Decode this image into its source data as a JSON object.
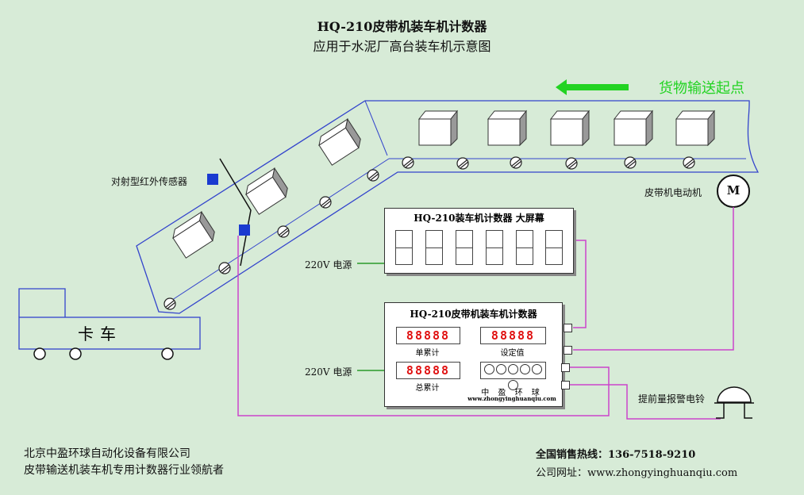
{
  "title": "HQ-210皮带机装车机计数器",
  "subtitle": "应用于水泥厂高台装车机示意图",
  "cargo_start": "货物输送起点",
  "sensor_label": "对射型红外传感器",
  "motor_label": "皮带机电动机",
  "motor_symbol": "M",
  "big_screen": {
    "title": "HQ-210装车机计数器 大屏幕",
    "power": "220V 电源",
    "digit_count": 6
  },
  "counter": {
    "title": "HQ-210皮带机装车机计数器",
    "power": "220V 电源",
    "single_value": "88888",
    "single_caption": "单累计",
    "set_value": "88888",
    "set_caption": "设定值",
    "total_value": "88888",
    "total_caption": "总累计",
    "brand": "中 盈 环 球",
    "website": "www.zhongyinghuanqiu.com",
    "lamp_count": 6
  },
  "truck_label": "卡车",
  "alarm_label": "提前量报警电铃",
  "company_name": "北京中盈环球自动化设备有限公司",
  "company_slogan": "皮带输送机装车机专用计数器行业领航者",
  "hotline": "全国销售热线：136-7518-9210",
  "website_line": "公司网址：www.zhongyinghuanqiu.com",
  "colors": {
    "background": "#d7ebd7",
    "belt_outline": "#3344cc",
    "arrow_green": "#22d322",
    "wire_magenta": "#cc44cc",
    "lead_green": "#2a9a2a",
    "sensor_blue": "#1a3ad0",
    "digit_red": "#e01010"
  }
}
